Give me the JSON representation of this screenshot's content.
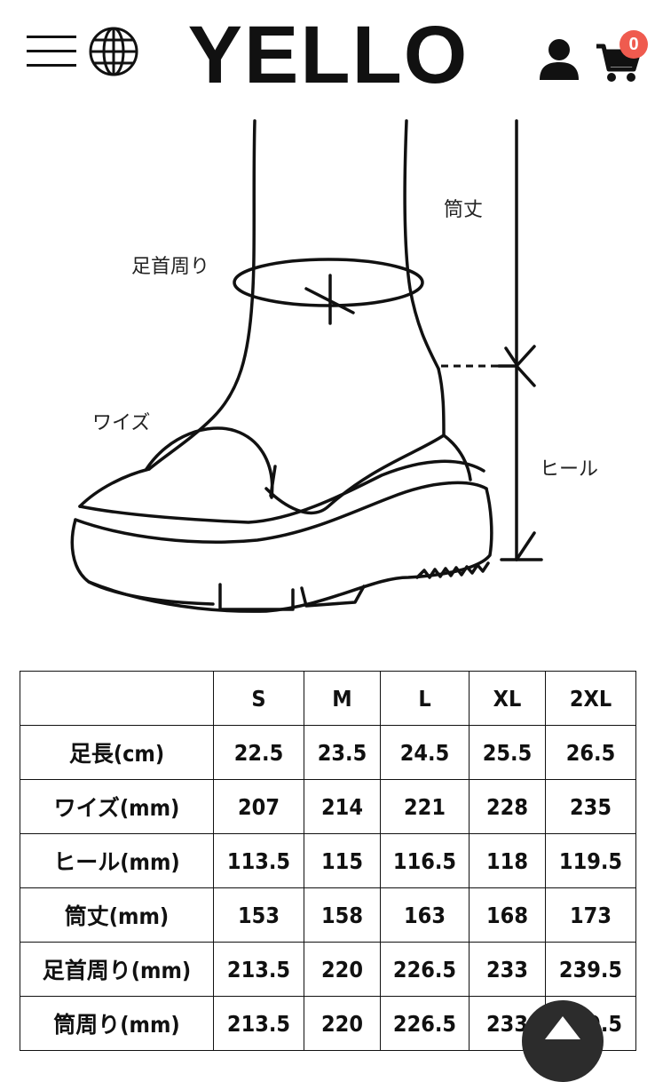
{
  "header": {
    "logo": "YELLO",
    "cart_count": "0"
  },
  "illustration": {
    "labels": {
      "shaft_height": "筒丈",
      "ankle_circumference": "足首周り",
      "width": "ワイズ",
      "heel": "ヒール"
    }
  },
  "size_table": {
    "columns": [
      "",
      "S",
      "M",
      "L",
      "XL",
      "2XL"
    ],
    "rows": [
      {
        "label": "足長(cm)",
        "values": [
          "22.5",
          "23.5",
          "24.5",
          "25.5",
          "26.5"
        ]
      },
      {
        "label": "ワイズ(mm)",
        "values": [
          "207",
          "214",
          "221",
          "228",
          "235"
        ]
      },
      {
        "label": "ヒール(mm)",
        "values": [
          "113.5",
          "115",
          "116.5",
          "118",
          "119.5"
        ]
      },
      {
        "label": "筒丈(mm)",
        "values": [
          "153",
          "158",
          "163",
          "168",
          "173"
        ]
      },
      {
        "label": "足首周り(mm)",
        "values": [
          "213.5",
          "220",
          "226.5",
          "233",
          "239.5"
        ]
      },
      {
        "label": "筒周り(mm)",
        "values": [
          "213.5",
          "220",
          "226.5",
          "233",
          "239.5"
        ]
      }
    ]
  }
}
